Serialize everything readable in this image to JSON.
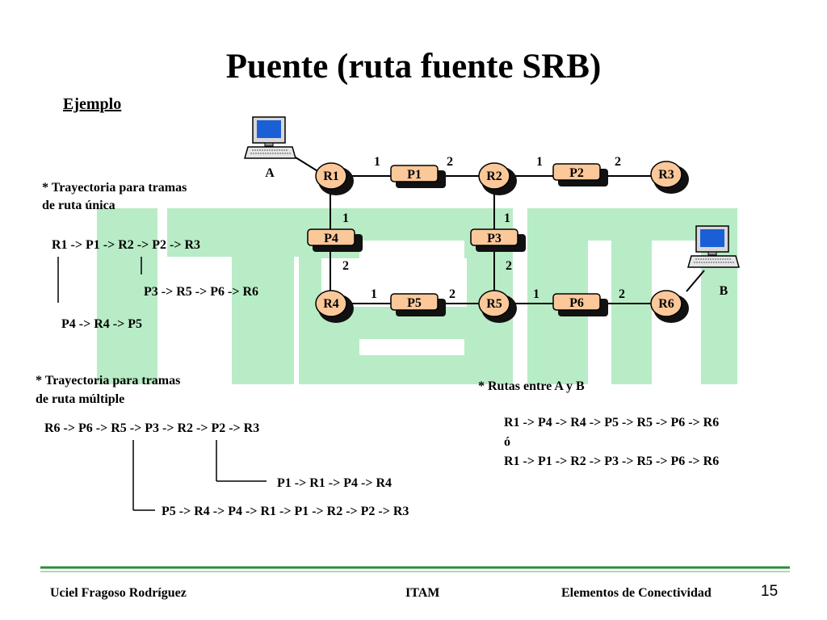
{
  "title": "Puente (ruta fuente SRB)",
  "subheading": "Ejemplo",
  "hosts": {
    "a": "A",
    "b": "B"
  },
  "routers": [
    "R1",
    "R2",
    "R3",
    "R4",
    "R5",
    "R6"
  ],
  "bridges": [
    "P1",
    "P2",
    "P3",
    "P4",
    "P5",
    "P6"
  ],
  "port_labels": {
    "one": "1",
    "two": "2"
  },
  "single_route": {
    "heading_line1": "* Trayectoria para tramas",
    "heading_line2": "de ruta única",
    "main": "R1 -> P1 -> R2 -> P2 -> R3",
    "branch1": "P3 -> R5 -> P6 -> R6",
    "branch2": "P4 -> R4 -> P5"
  },
  "multi_route": {
    "heading_line1": "* Trayectoria para tramas",
    "heading_line2": "de ruta múltiple",
    "main": "R6 -> P6 -> R5 -> P3 -> R2 -> P2 -> R3",
    "branch1": "P1 -> R1 -> P4 -> R4",
    "branch2": "P5 -> R4 -> P4 -> R1 -> P1 -> R2 -> P2 -> R3"
  },
  "routes_ab": {
    "heading": "* Rutas entre A y B",
    "route1": "R1 -> P4 -> R4 -> P5 -> R5 -> P6 -> R6",
    "or": "ó",
    "route2": "R1 -> P1 -> R2 -> P3 -> R5 -> P6 -> R6"
  },
  "footer": {
    "author": "Uciel Fragoso Rodríguez",
    "institution": "ITAM",
    "topic": "Elementos de Conectividad",
    "page": "15"
  },
  "colors": {
    "watermark": "#b8ecc6",
    "node_fill": "#fbc89a",
    "node_shadow": "#111111",
    "divider": "#2e8b3e",
    "monitor_screen": "#1a5fd6"
  }
}
